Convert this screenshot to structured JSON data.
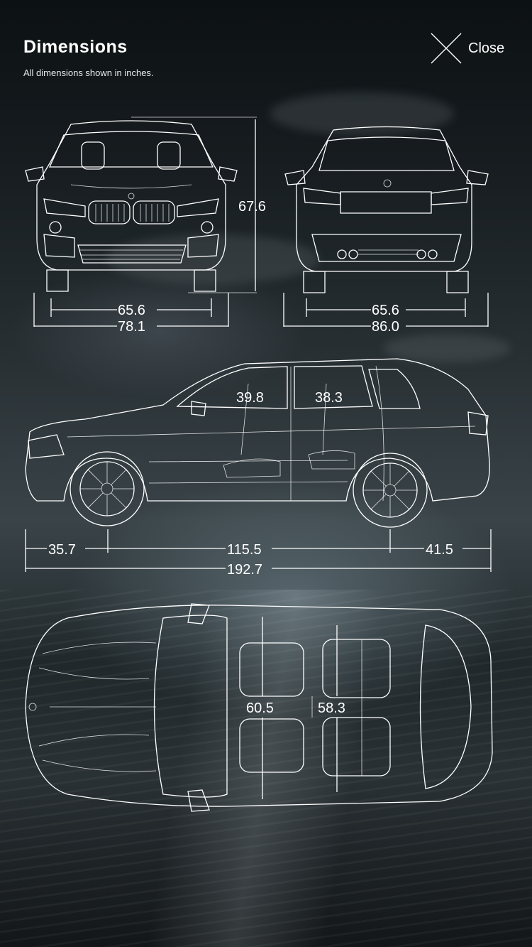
{
  "header": {
    "title": "Dimensions",
    "subtitle": "All dimensions shown in inches."
  },
  "close_button": {
    "label": "Close",
    "icon": "close-x-icon"
  },
  "views": {
    "front": {
      "height": "67.6",
      "track": "65.6",
      "width": "78.1"
    },
    "rear": {
      "track": "65.6",
      "width": "86.0"
    },
    "side": {
      "front_headroom": "39.8",
      "rear_headroom": "38.3",
      "front_overhang": "35.7",
      "wheelbase": "115.5",
      "rear_overhang": "41.5",
      "length": "192.7"
    },
    "top": {
      "front_shoulder_room": "60.5",
      "rear_shoulder_room": "58.3"
    }
  },
  "colors": {
    "line": "#ffffff",
    "background": "#1b2225"
  }
}
